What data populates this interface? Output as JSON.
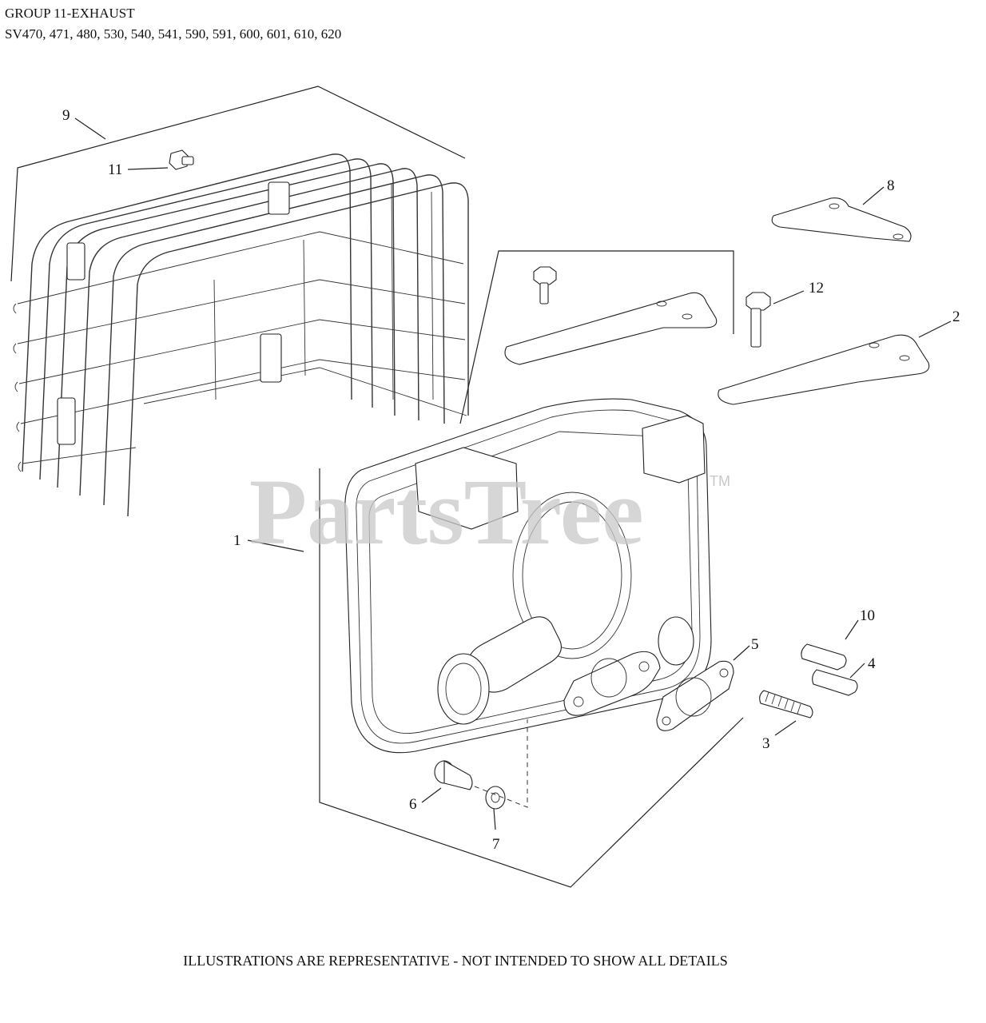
{
  "header": {
    "title": "GROUP 11-EXHAUST",
    "models": "SV470, 471, 480, 530, 540, 541, 590, 591, 600, 601, 610, 620"
  },
  "footer": {
    "note": "ILLUSTRATIONS ARE REPRESENTATIVE - NOT INTENDED TO SHOW ALL DETAILS"
  },
  "watermark": {
    "brand": "PartsTree",
    "trademark": "TM"
  },
  "callouts": {
    "c1": "1",
    "c2": "2",
    "c3": "3",
    "c4": "4",
    "c5": "5",
    "c6": "6",
    "c7": "7",
    "c8": "8",
    "c9": "9",
    "c10": "10",
    "c11": "11",
    "c12": "12"
  },
  "colors": {
    "line": "#222222",
    "watermark": "#c9c9c9",
    "background": "#ffffff"
  }
}
